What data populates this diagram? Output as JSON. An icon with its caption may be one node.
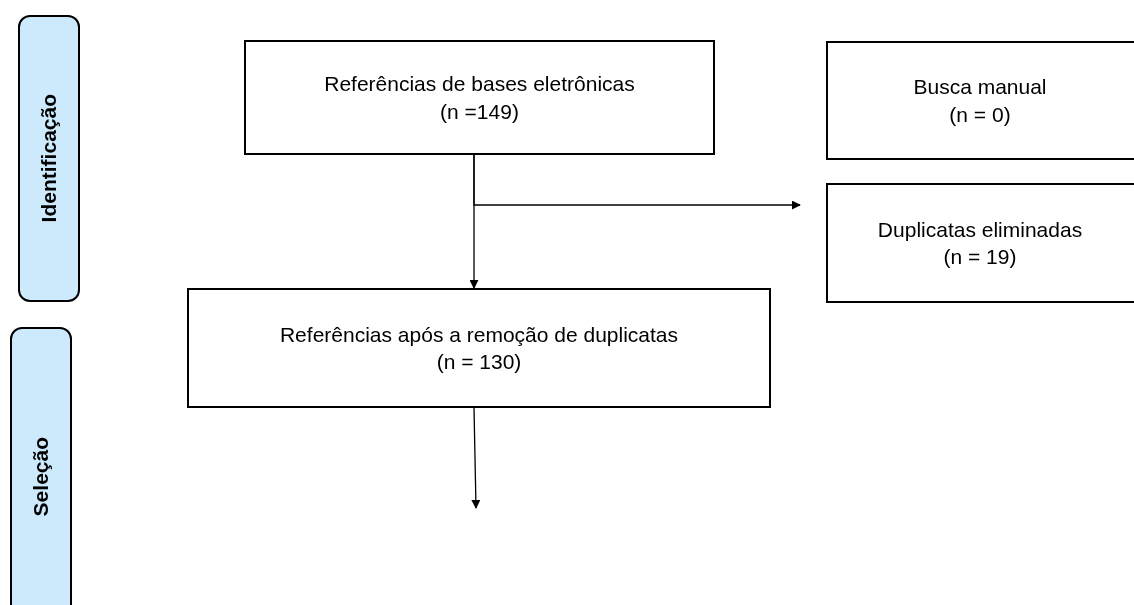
{
  "diagram": {
    "nodes": [
      {
        "text": [
          "Identificação"
        ]
      },
      {
        "text": [
          "Seleção"
        ]
      },
      {
        "text": [
          "Referências de bases eletrônicas",
          "(n =149)"
        ]
      },
      {
        "text": [
          "Busca manual",
          "(n = 0)"
        ]
      },
      {
        "text": [
          "Duplicatas eliminadas",
          "(n = 19)"
        ]
      },
      {
        "text": [
          "Referências após a remoção de duplicatas",
          "(n = 130)"
        ]
      }
    ],
    "edges": [
      {
        "from": 2,
        "to": 5,
        "arrow": "to"
      },
      {
        "from": 2,
        "to": 4,
        "arrow": "to"
      },
      {
        "from": 5,
        "to": null,
        "arrow": "to"
      }
    ]
  }
}
